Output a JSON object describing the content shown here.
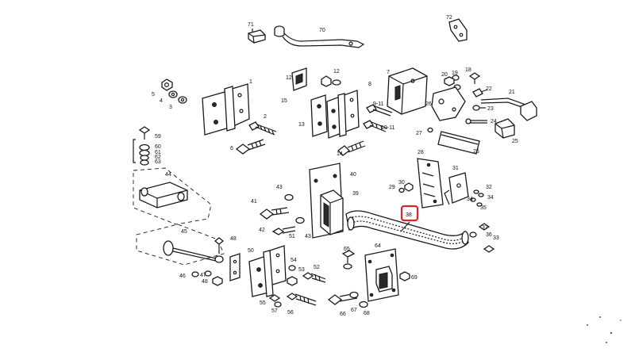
{
  "callouts": {
    "c71": "71",
    "c70": "70",
    "c72": "72",
    "c1": "1",
    "c2": "2",
    "c3": "3",
    "c4": "4",
    "c5": "5",
    "c6": "6",
    "c8": "8",
    "c9_11": "9-11",
    "c10_11": "10-11",
    "c12": "12",
    "c13": "13",
    "c14": "14",
    "c15": "15",
    "c7": "7",
    "c18": "18",
    "c19": "19",
    "c20": "20",
    "c21": "21",
    "c22": "22",
    "c23": "23",
    "c24": "24",
    "c25": "25",
    "c26": "26",
    "c27": "27",
    "c28": "28",
    "c29": "29",
    "c30": "30",
    "c31": "31",
    "c32": "32",
    "c33": "33",
    "c34": "34",
    "c35": "35",
    "c36": "36",
    "c37": "37",
    "c38": "38",
    "c39": "39",
    "c40": "40",
    "c41": "41",
    "c42": "42",
    "c43": "43",
    "c44": "44",
    "c45": "45",
    "c46": "46",
    "c47": "47",
    "c48": "48",
    "c50": "50",
    "c51": "51",
    "c52": "52",
    "c53": "53",
    "c54": "54",
    "c55": "55",
    "c56": "56",
    "c57": "57",
    "c59": "59",
    "c60": "60",
    "c61": "61",
    "c62": "62",
    "c63": "63",
    "c64": "64",
    "c65": "65",
    "c66": "66",
    "c67": "67",
    "c68": "68",
    "c69": "69"
  },
  "highlight": {
    "label": "38"
  }
}
